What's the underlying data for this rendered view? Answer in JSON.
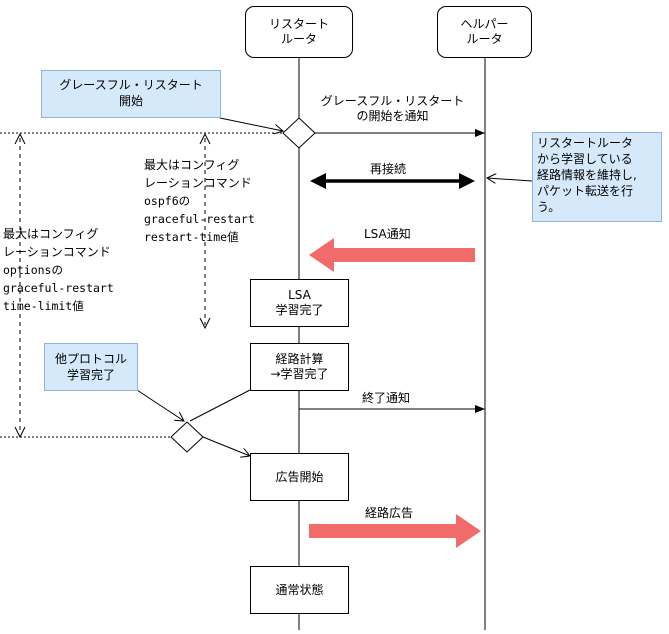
{
  "actors": {
    "restart_router": [
      "リスタート",
      "ルータ"
    ],
    "helper_router": [
      "ヘルパー",
      "ルータ"
    ]
  },
  "notes": {
    "gr_start": [
      "グレースフル・リスタート",
      "開始"
    ],
    "other_protocol": [
      "他プロトコル",
      "学習完了"
    ],
    "helper_keeps": [
      "リスタートルータ",
      "から学習している",
      "経路情報を維持し,",
      "パケット転送を行",
      "う。"
    ]
  },
  "messages": {
    "gr_notify": [
      "グレースフル・リスタート",
      "の開始を通知"
    ],
    "reconnect": "再接続",
    "lsa_notify": "LSA通知",
    "end_notify": "終了通知",
    "route_ad": "経路広告"
  },
  "states": {
    "lsa_learned": [
      "LSA",
      "学習完了"
    ],
    "route_calc": [
      "経路計算",
      "→学習完了"
    ],
    "ad_start": "広告開始",
    "normal": "通常状態"
  },
  "timers": {
    "restart_time": [
      "最大はコンフィグ",
      "レーションコマンド",
      "ospf6の",
      "graceful-restart",
      "restart-time値"
    ],
    "time_limit": [
      "最大はコンフィグ",
      "レーションコマンド",
      "optionsの",
      "graceful-restart",
      "time-limit値"
    ]
  },
  "colors": {
    "pink_arrow": "#f26b6b",
    "note_fill": "#d6e9fb",
    "note_border": "#8fb4d8"
  }
}
